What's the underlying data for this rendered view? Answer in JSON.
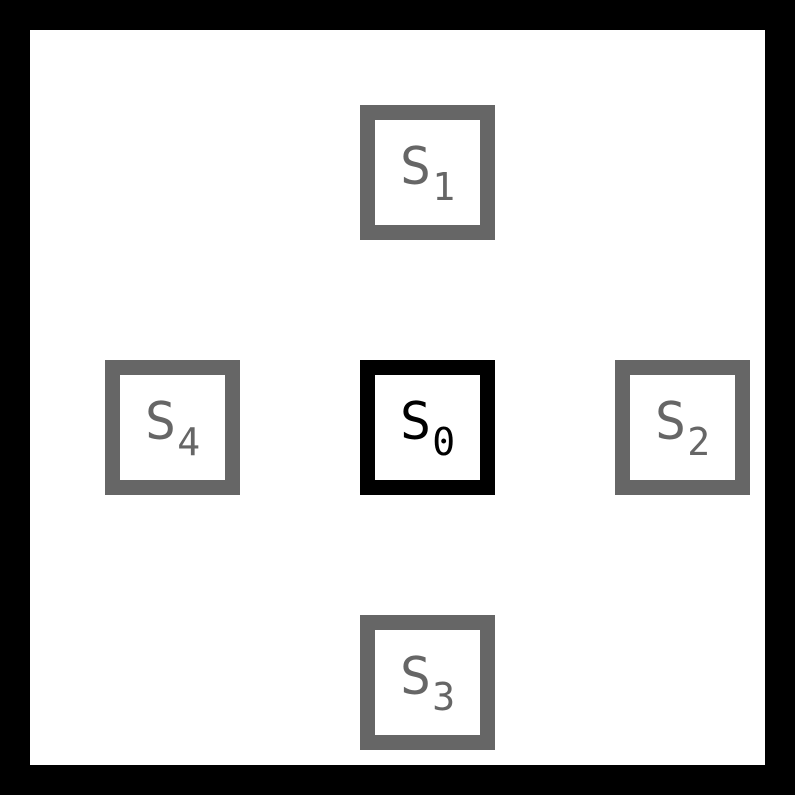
{
  "nodes": {
    "s0": {
      "main": "S",
      "sub": "0",
      "state": "active"
    },
    "s1": {
      "main": "S",
      "sub": "1",
      "state": "inactive"
    },
    "s2": {
      "main": "S",
      "sub": "2",
      "state": "inactive"
    },
    "s3": {
      "main": "S",
      "sub": "3",
      "state": "inactive"
    },
    "s4": {
      "main": "S",
      "sub": "4",
      "state": "inactive"
    }
  },
  "colors": {
    "frame": "#000000",
    "background": "#ffffff",
    "active": "#000000",
    "inactive": "#666666"
  }
}
